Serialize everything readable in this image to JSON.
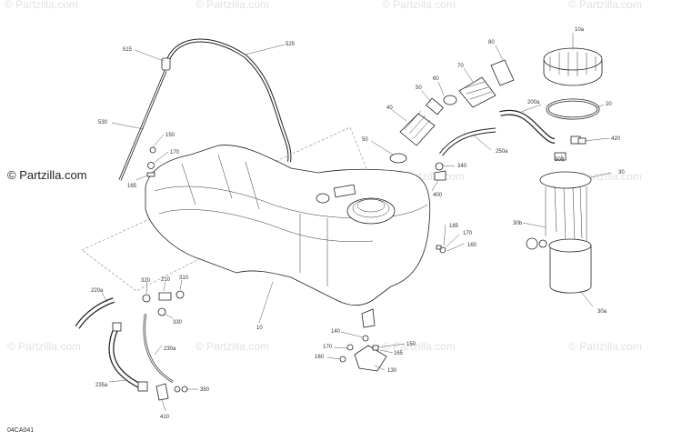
{
  "watermark": {
    "main": "© Partzilla.com",
    "faint": "© Partzilla.com"
  },
  "diagram_code": "04CA041",
  "labels": {
    "l515": "515",
    "l525": "525",
    "l530": "530",
    "l150a": "150",
    "l170a": "170",
    "l165a": "165",
    "l80a": "80",
    "l10a": "10a",
    "l70": "70",
    "l60": "60",
    "l50a": "50",
    "l40": "40",
    "l200a": "200a",
    "l20": "20",
    "l250a": "250a",
    "l420": "420",
    "l50b": "50",
    "l340": "340",
    "l400": "400",
    "l300": "300",
    "l30": "30",
    "l30b": "30b",
    "l30a": "30a",
    "l185": "185",
    "l170b": "170",
    "l160a": "160",
    "l10": "10",
    "l220a": "220a",
    "l320": "320",
    "l210": "210",
    "l310": "310",
    "l330": "330",
    "l230a": "230a",
    "l235a": "235a",
    "l350": "350",
    "l410": "410",
    "l140": "140",
    "l170c": "170",
    "l160b": "160",
    "l165b": "165",
    "l150b": "150",
    "l130": "130"
  }
}
